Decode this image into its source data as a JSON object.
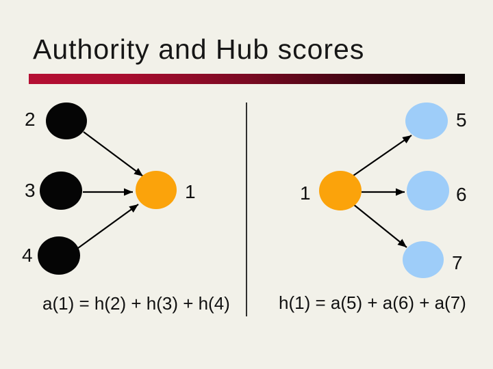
{
  "slide": {
    "title": "Authority and Hub scores",
    "colors": {
      "background": "#F2F1E9",
      "title_text": "#161616",
      "accent_bar_start": "#B50F33",
      "accent_bar_end": "#0A0103",
      "hub_node_fill": "#050505",
      "center_node_fill": "#FBA30B",
      "authority_node_fill": "#9ECDF9",
      "arrow": "#000000",
      "divider": "#000000"
    }
  },
  "left_diagram": {
    "node_labels": [
      "2",
      "3",
      "4",
      "1"
    ],
    "edges": [
      "2→1",
      "3→1",
      "4→1"
    ],
    "formula": "a(1) = h(2) + h(3) + h(4)"
  },
  "right_diagram": {
    "node_labels": [
      "1",
      "5",
      "6",
      "7"
    ],
    "edges": [
      "1→5",
      "1→6",
      "1→7"
    ],
    "formula": "h(1) = a(5) + a(6) + a(7)"
  }
}
